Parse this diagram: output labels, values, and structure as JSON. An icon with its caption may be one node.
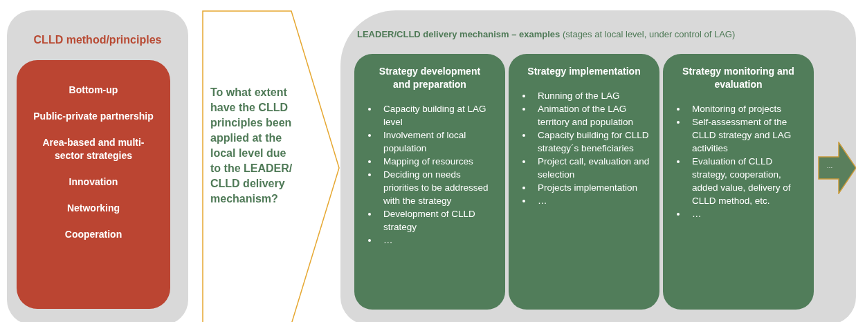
{
  "diagram": {
    "nodes": [
      {
        "text": [
          "CLLD method/principles"
        ]
      },
      {
        "text": [
          "Bottom-up",
          "Public-private partnership",
          "Area-based and multi-sector strategies",
          "Innovation",
          "Networking",
          "Cooperation"
        ],
        "in": 0
      },
      {
        "text": [
          "To what extent have the **CLLD principles** been applied at the local level due to the LEADER/ CLLD delivery mechanism?"
        ]
      },
      {
        "text": [
          "**LEADER/CLLD delivery mechanism – examples** (stages at local level, under control of LAG)"
        ]
      },
      {
        "text": [
          "Strategy development and preparation",
          "Capacity building at LAG level",
          "Involvement of local population",
          "Mapping of resources",
          "Deciding on needs priorities to be addressed with the strategy",
          "Development of CLLD strategy",
          "…"
        ],
        "in": 3
      },
      {
        "text": [
          "Strategy implementation",
          "Running of the LAG",
          "Animation of the LAG territory and population",
          "Capacity building for CLLD strategy´s beneficiaries",
          "Project call, evaluation and selection",
          "Projects implementation",
          "…"
        ],
        "in": 3
      },
      {
        "text": [
          "Strategy monitoring and evaluation",
          "Monitoring of projects",
          "Self-assessment of the CLLD strategy and LAG activities",
          "Evaluation of CLLD strategy, cooperation, added value, delivery of CLLD method, etc.",
          "…"
        ],
        "in": 3
      },
      {
        "text": [
          "…"
        ],
        "in": 3
      }
    ]
  }
}
